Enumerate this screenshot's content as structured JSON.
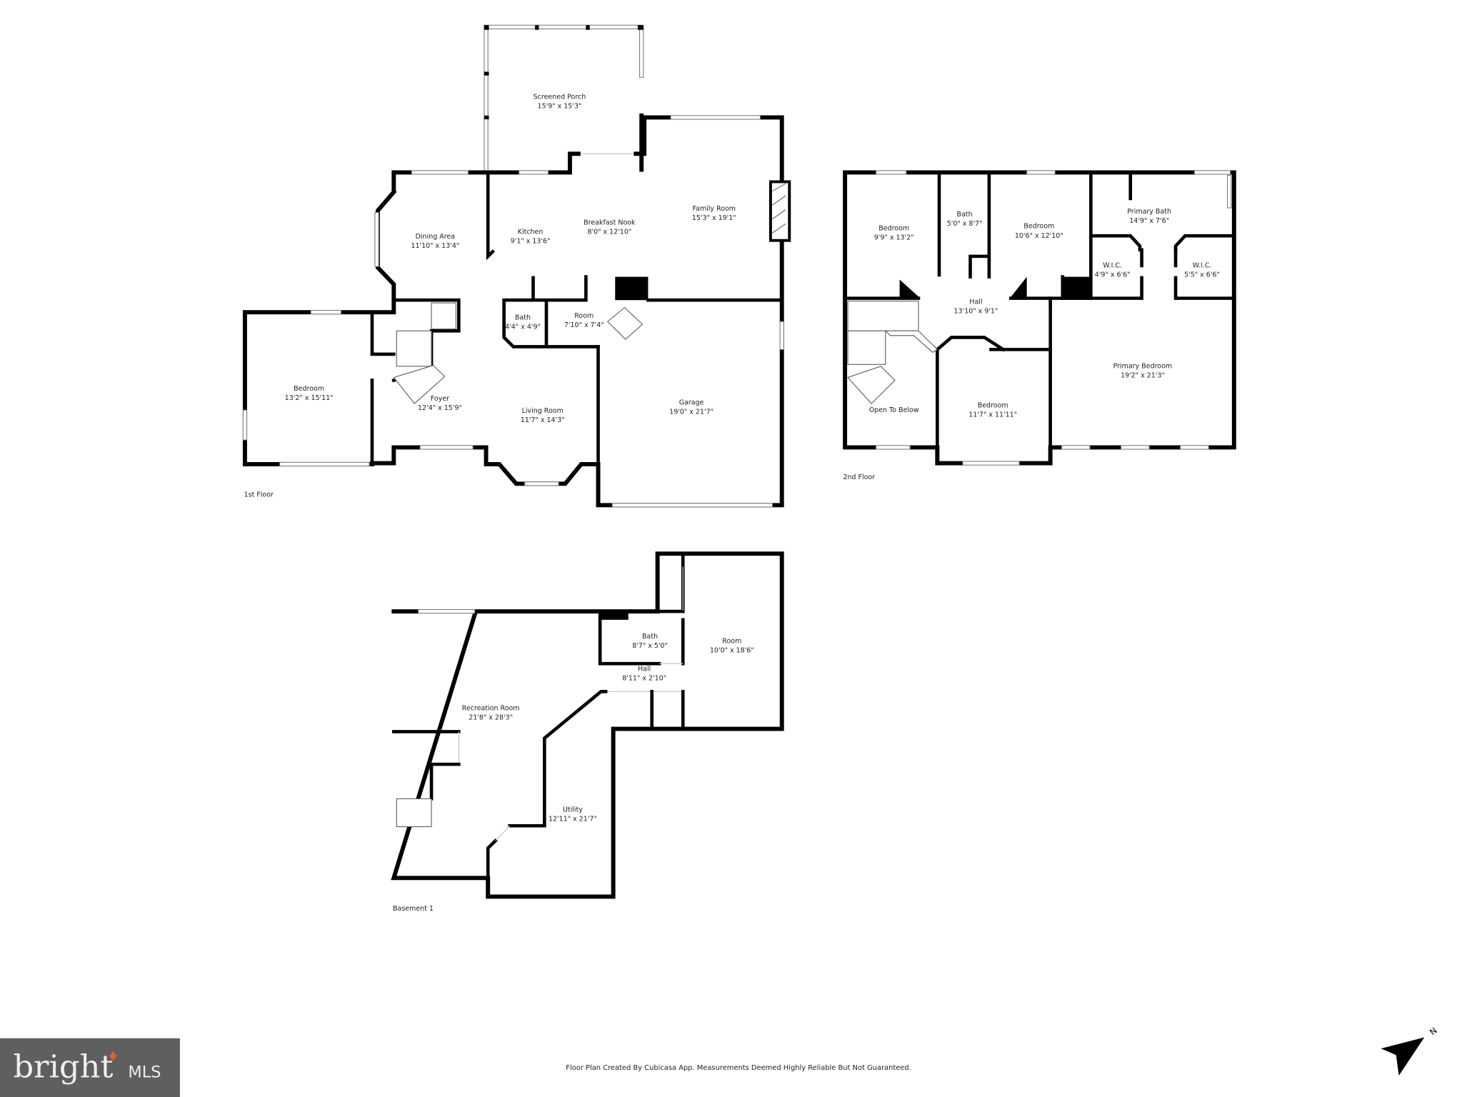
{
  "floors": [
    {
      "label": "1st Floor",
      "rooms": [
        {
          "name": "Screened Porch",
          "dims": "15'9\" x 15'3\""
        },
        {
          "name": "Dining Area",
          "dims": "11'10\" x 13'4\""
        },
        {
          "name": "Kitchen",
          "dims": "9'1\" x 13'6\""
        },
        {
          "name": "Breakfast Nook",
          "dims": "8'0\" x 12'10\""
        },
        {
          "name": "Family Room",
          "dims": "15'3\" x 19'1\""
        },
        {
          "name": "Bath",
          "dims": "4'4\" x 4'9\""
        },
        {
          "name": "Room",
          "dims": "7'10\" x 7'4\""
        },
        {
          "name": "Bedroom",
          "dims": "13'2\" x 15'11\""
        },
        {
          "name": "Foyer",
          "dims": "12'4\" x 15'9\""
        },
        {
          "name": "Living Room",
          "dims": "11'7\" x 14'3\""
        },
        {
          "name": "Garage",
          "dims": "19'0\" x 21'7\""
        }
      ]
    },
    {
      "label": "2nd Floor",
      "rooms": [
        {
          "name": "Bedroom",
          "dims": "9'9\" x 13'2\""
        },
        {
          "name": "Bath",
          "dims": "5'0\" x 8'7\""
        },
        {
          "name": "Bedroom",
          "dims": "10'6\" x 12'10\""
        },
        {
          "name": "Primary Bath",
          "dims": "14'9\" x 7'6\""
        },
        {
          "name": "W.I.C.",
          "dims": "4'9\" x 6'6\""
        },
        {
          "name": "W.I.C.",
          "dims": "5'5\" x 6'6\""
        },
        {
          "name": "Hall",
          "dims": "13'10\" x 9'1\""
        },
        {
          "name": "Open To Below",
          "dims": ""
        },
        {
          "name": "Bedroom",
          "dims": "11'7\" x 11'11\""
        },
        {
          "name": "Primary Bedroom",
          "dims": "19'2\" x 21'3\""
        }
      ]
    },
    {
      "label": "Basement 1",
      "rooms": [
        {
          "name": "Bath",
          "dims": "8'7\" x 5'0\""
        },
        {
          "name": "Room",
          "dims": "10'0\" x 18'6\""
        },
        {
          "name": "Hall",
          "dims": "8'11\" x 2'10\""
        },
        {
          "name": "Recreation Room",
          "dims": "21'8\" x 28'3\""
        },
        {
          "name": "Utility",
          "dims": "12'11\" x 21'7\""
        }
      ]
    }
  ],
  "footer": {
    "note": "Floor Plan Created By Cubicasa App. Measurements Deemed Highly Reliable But Not Guaranteed."
  },
  "logo": {
    "word": "bright",
    "suffix": "MLS",
    "background": "#5f5f5f",
    "accent": "#e0602b"
  },
  "compass": {
    "letter": "N",
    "icon": "north-arrow-icon"
  }
}
